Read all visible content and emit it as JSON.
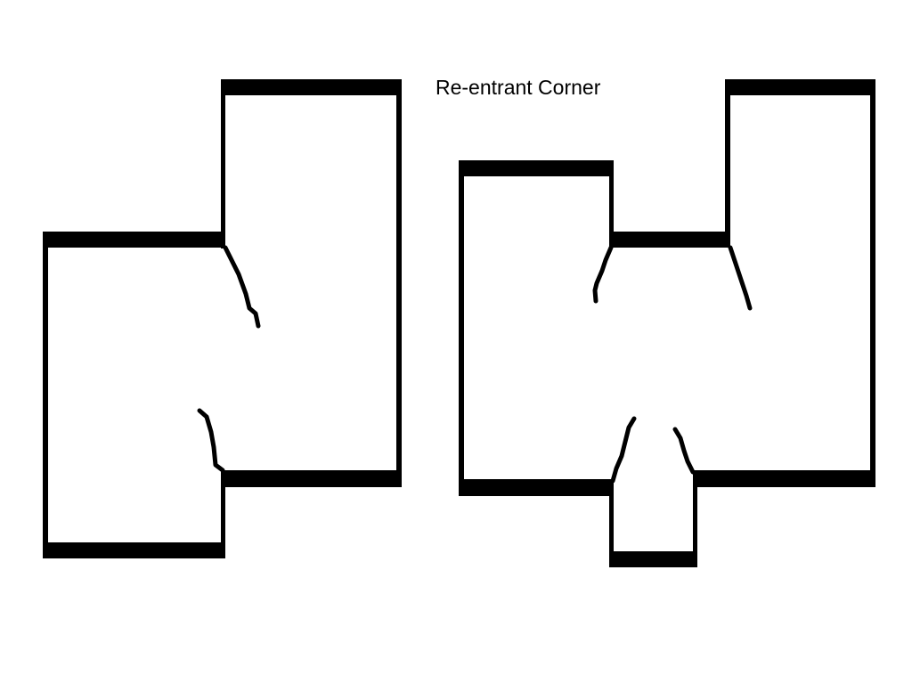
{
  "diagram": {
    "title": "Re-entrant Corner",
    "colors": {
      "background": "#ffffff",
      "wall": "#000000",
      "crack": "#000000"
    },
    "figures": [
      {
        "name": "left-plan",
        "description_shape": "offset-rectangles",
        "crack_count": 2
      },
      {
        "name": "right-plan",
        "description_shape": "multi-wing",
        "crack_count": 4
      }
    ]
  }
}
